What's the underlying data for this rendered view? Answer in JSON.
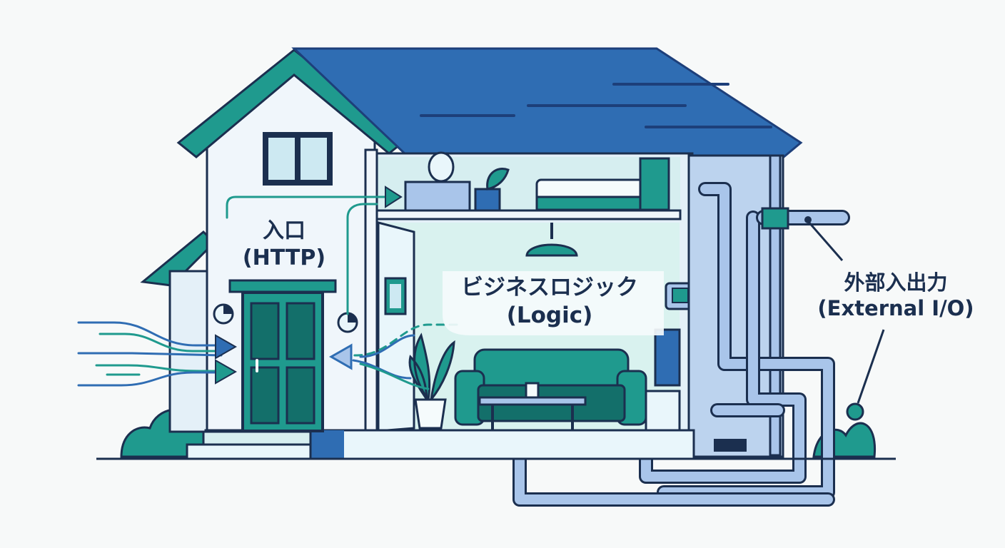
{
  "diagram": {
    "labels": {
      "entrance": {
        "title": "入口",
        "subtitle": "(HTTP)"
      },
      "logic": {
        "title": "ビジネスロジック",
        "subtitle": "(Logic)"
      },
      "external": {
        "title": "外部入出力",
        "subtitle": "(External I/O)"
      }
    },
    "colors": {
      "roof": "#2f6db3",
      "roof_dark": "#1d3f7a",
      "teal": "#1f9a8e",
      "teal_dark": "#136f6a",
      "wall": "#e4f0f8",
      "interior": "#d9f2ef",
      "pipe": "#a9c5ea",
      "outline": "#1b2f4f"
    }
  }
}
